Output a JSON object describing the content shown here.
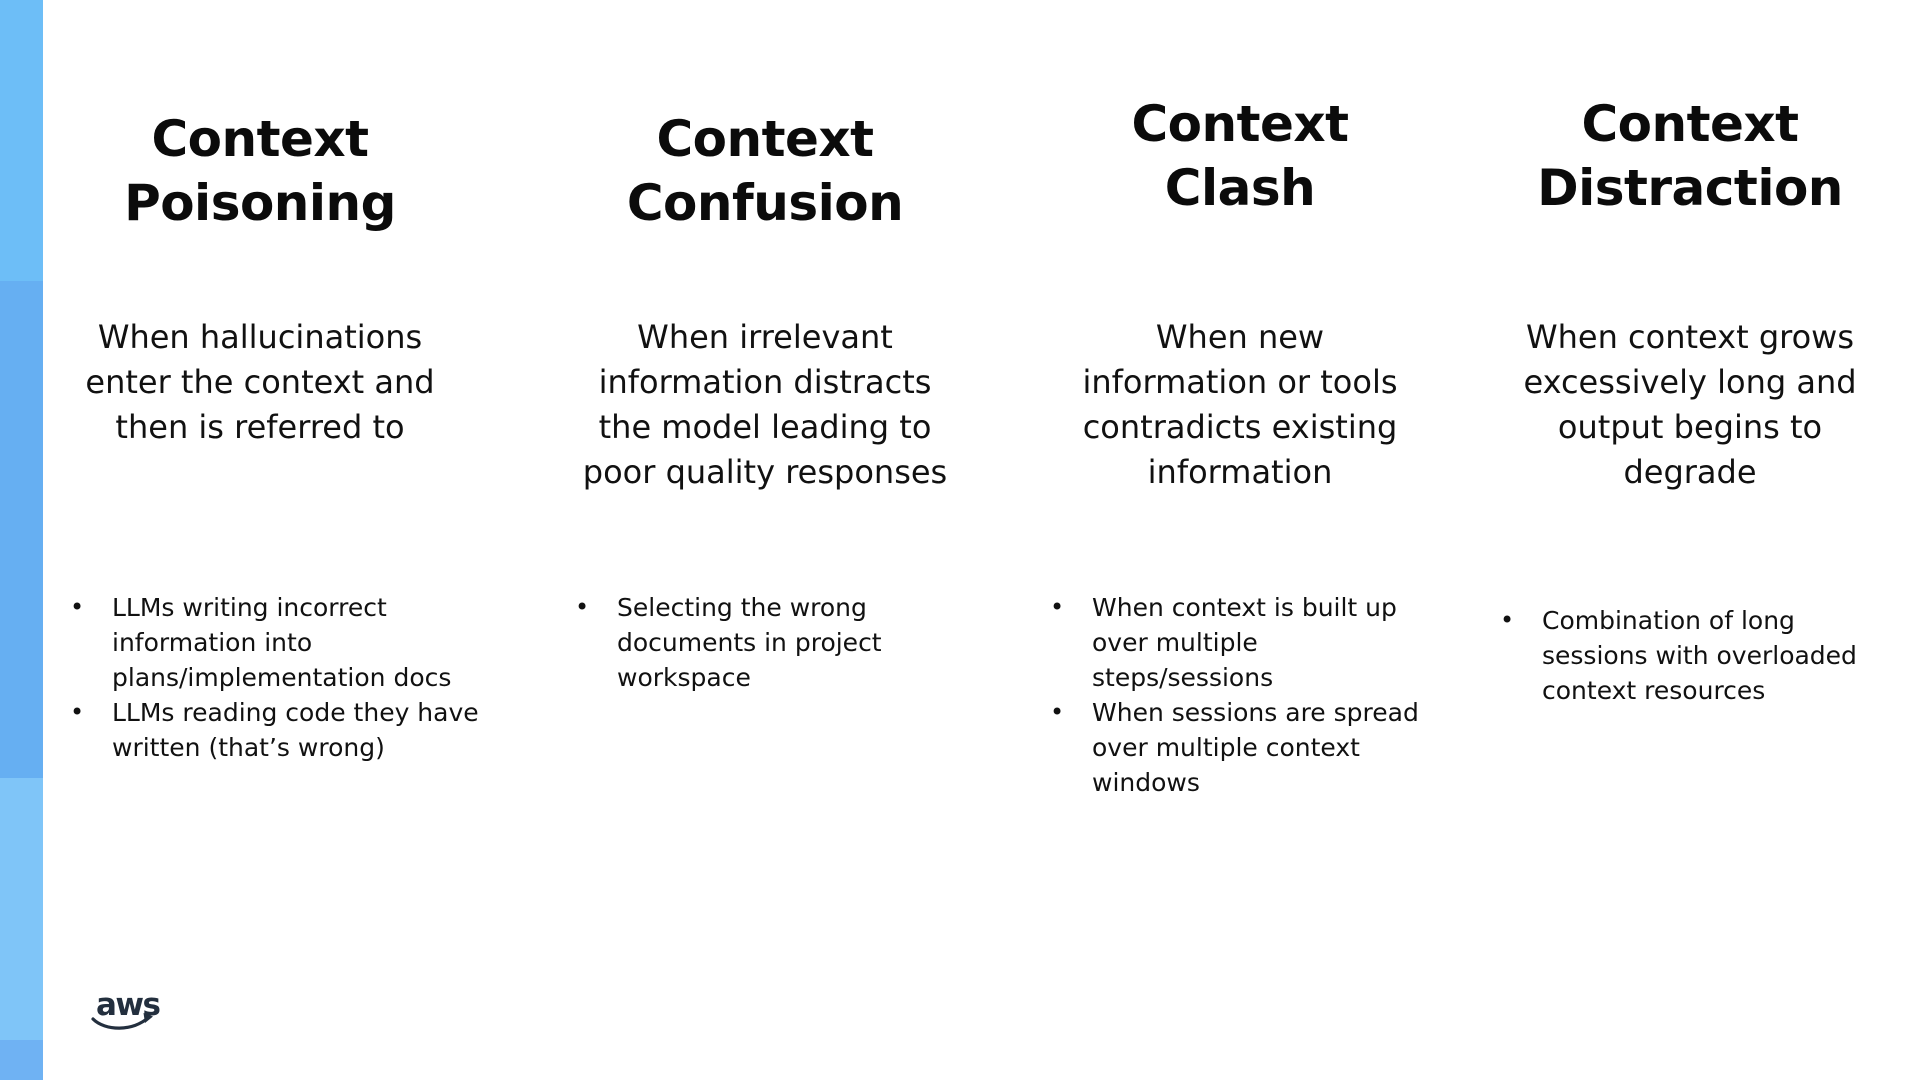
{
  "slide": {
    "background": "#ffffff",
    "text_color": "#111111"
  },
  "accent_bar": {
    "segments": [
      {
        "name": "top",
        "color": "#6dbef7"
      },
      {
        "name": "upper-middle",
        "color": "#66aff2"
      },
      {
        "name": "lower-middle",
        "color": "#7fc5f8"
      },
      {
        "name": "bottom",
        "color": "#6fb2f3"
      }
    ]
  },
  "bullet_glyph": "•",
  "columns": [
    {
      "id": "context-poisoning",
      "title": "Context\nPoisoning",
      "subtitle": "When hallucinations\nenter the context and\nthen is referred to",
      "bullets": [
        "LLMs writing incorrect\ninformation into\nplans/implementation docs",
        "LLMs reading code they have\nwritten (that’s wrong)"
      ]
    },
    {
      "id": "context-confusion",
      "title": "Context\nConfusion",
      "subtitle": "When irrelevant\ninformation distracts\nthe model leading to\npoor quality responses",
      "bullets": [
        "Selecting the wrong\ndocuments in project\nworkspace"
      ]
    },
    {
      "id": "context-clash",
      "title": "Context\nClash",
      "subtitle": "When new\ninformation or tools\ncontradicts existing\ninformation",
      "bullets": [
        "When context is built up\nover multiple\nsteps/sessions",
        "When sessions are spread\nover multiple context\nwindows"
      ]
    },
    {
      "id": "context-distraction",
      "title": "Context\nDistraction",
      "subtitle": "When context grows\nexcessively long and\noutput begins to\ndegrade",
      "bullets": [
        "Combination of long\nsessions with overloaded\ncontext resources"
      ]
    }
  ],
  "footer": {
    "logo_text": "aws",
    "logo_color": "#232f3e"
  }
}
